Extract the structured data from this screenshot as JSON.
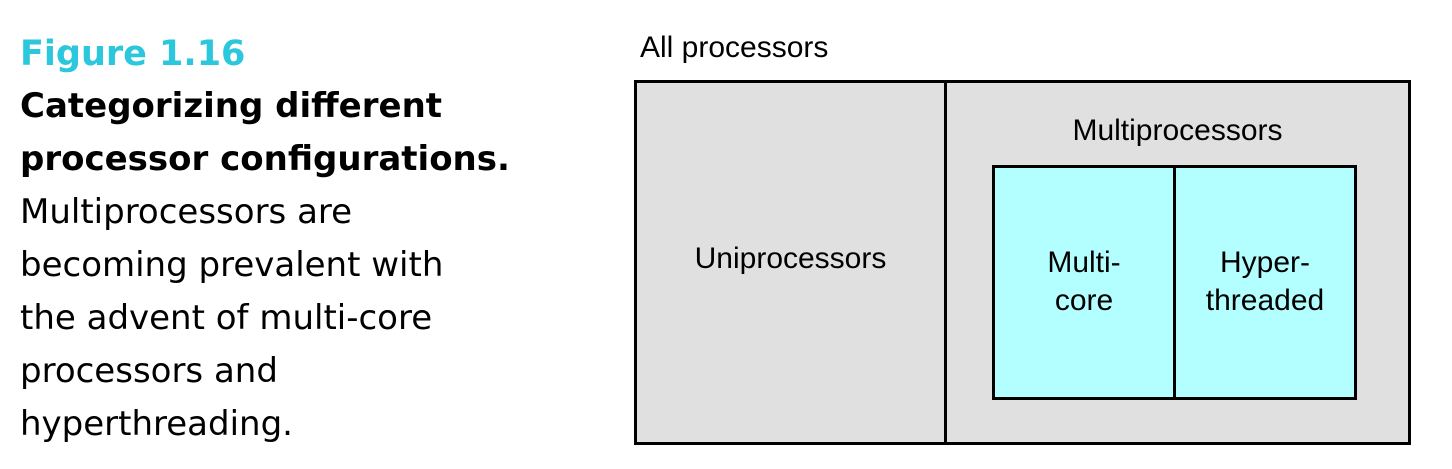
{
  "caption": {
    "figure_number": "Figure 1.16",
    "title": "Categorizing different processor configurations.",
    "body": "Multiprocessors are becoming prevalent with the advent of multi-core processors and hyperthreading."
  },
  "diagram": {
    "outer_label": "All processors",
    "uniprocessors_label": "Uniprocessors",
    "multiprocessors_label": "Multiprocessors",
    "multicore_line1": "Multi-",
    "multicore_line2": "core",
    "hyperthreaded_line1": "Hyper-",
    "hyperthreaded_line2": "threaded",
    "colors": {
      "figure_number": "#2bc7dc",
      "outer_fill": "#e0e0e0",
      "inner_fill": "#b3ffff",
      "border": "#000000"
    }
  }
}
